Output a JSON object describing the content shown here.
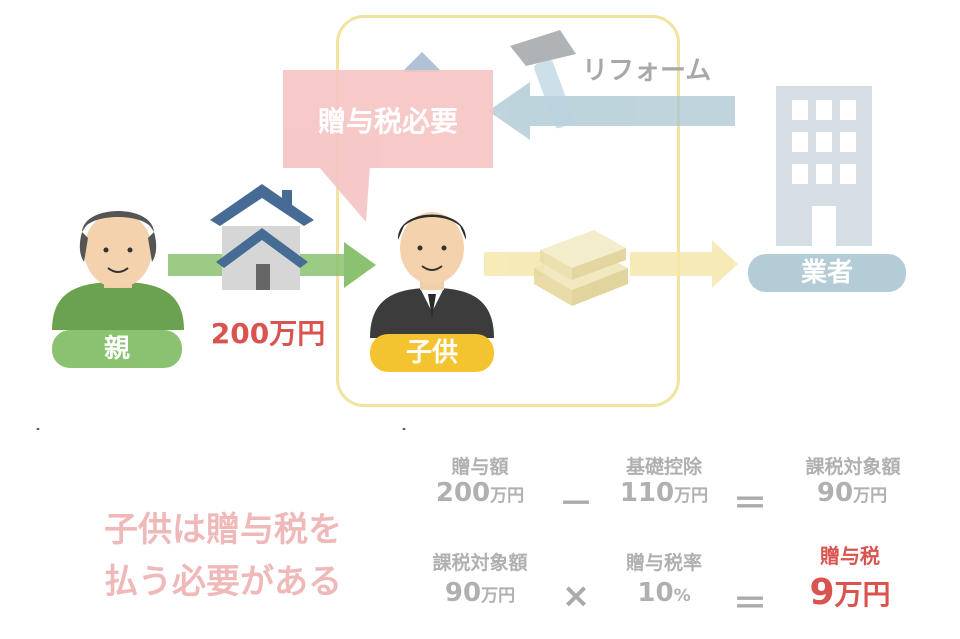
{
  "labels": {
    "reform": "リフォーム",
    "tax_required": "贈与税必要",
    "parent": "親",
    "child": "子供",
    "contractor": "業者",
    "gift_amount": "200万円",
    "conclusion_line1": "子供は贈与税を",
    "conclusion_line2": "払う必要がある"
  },
  "calc": {
    "row1": {
      "a_label": "贈与額",
      "a_value": "200",
      "a_unit": "万円",
      "op": "－",
      "b_label": "基礎控除",
      "b_value": "110",
      "b_unit": "万円",
      "eq": "＝",
      "c_label": "課税対象額",
      "c_value": "90",
      "c_unit": "万円"
    },
    "row2": {
      "a_label": "課税対象額",
      "a_value": "90",
      "a_unit": "万円",
      "op": "×",
      "b_label": "贈与税率",
      "b_value": "10",
      "b_unit": "%",
      "eq": "＝",
      "c_label": "贈与税",
      "c_value": "9",
      "c_unit": "万円"
    }
  },
  "colors": {
    "green": "#8ac26f",
    "yellow_box": "#f1e3a0",
    "red_text": "#d9534f",
    "callout_pink": "#f6c4c4",
    "steel_blue": "#9ab9c6",
    "pill_yellow": "#f4c430"
  }
}
